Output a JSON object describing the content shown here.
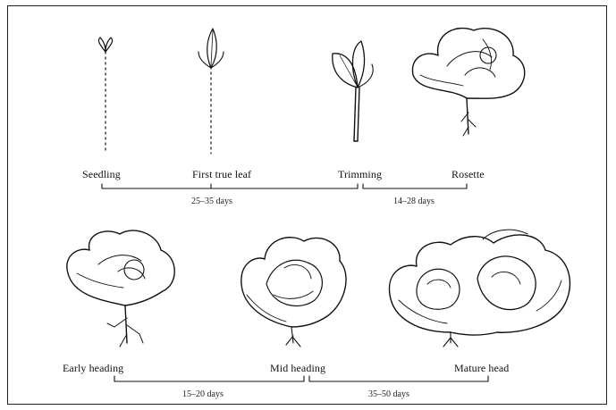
{
  "stages": [
    {
      "id": "seedling",
      "label": "Seedling"
    },
    {
      "id": "first-true-leaf",
      "label": "First true leaf"
    },
    {
      "id": "trimming",
      "label": "Trimming"
    },
    {
      "id": "rosette",
      "label": "Rosette"
    },
    {
      "id": "early-heading",
      "label": "Early heading"
    },
    {
      "id": "mid-heading",
      "label": "Mid heading"
    },
    {
      "id": "mature-head",
      "label": "Mature head"
    }
  ],
  "durations": [
    {
      "id": "seedling-to-trimming",
      "label": "25–35 days"
    },
    {
      "id": "trimming-to-rosette",
      "label": "14–28 days"
    },
    {
      "id": "early-to-mid-heading",
      "label": "15–20 days"
    },
    {
      "id": "mid-to-mature-heading",
      "label": "35–50 days"
    }
  ]
}
